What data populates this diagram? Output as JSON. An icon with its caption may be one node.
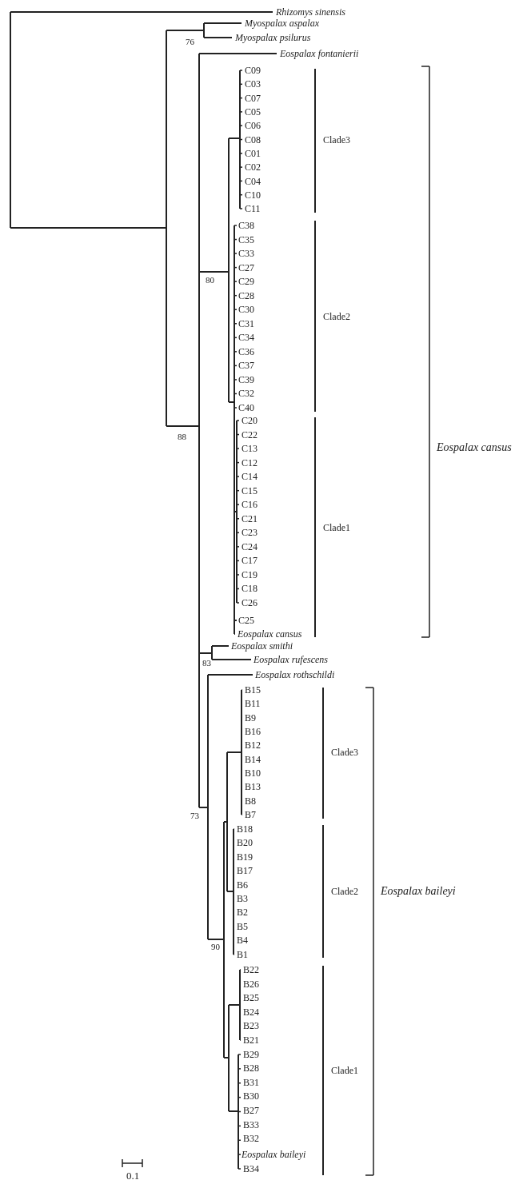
{
  "diagram": {
    "labels": [
      "Rhizomys sinensis",
      "Myospalax aspalax",
      "76",
      "Myospalax psilurus",
      "Eospalax fontanierii",
      "C09",
      "C03",
      "C07",
      "C05",
      "C06",
      "Clade3",
      "C08",
      "C01",
      "C02",
      "C04",
      "C10",
      "C11",
      "C38",
      "C35",
      "C33",
      "C27",
      "80",
      "C29",
      "C28",
      "C30",
      "Clade2",
      "C31",
      "C34",
      "C36",
      "C37",
      "C39",
      "C32",
      "C40",
      "C20",
      "C22",
      "88",
      "Eospalax cansus",
      "C13",
      "C12",
      "C14",
      "C15",
      "C16",
      "C21",
      "Clade1",
      "C23",
      "C24",
      "C17",
      "C19",
      "C18",
      "C26",
      "C25",
      "Eospalax cansus",
      "Eospalax smithi",
      "83",
      "Eospalax rufescens",
      "Eospalax rothschildi",
      "B15",
      "B11",
      "B9",
      "B16",
      "B12",
      "Clade3",
      "B14",
      "B10",
      "B13",
      "73",
      "B8",
      "B7",
      "B18",
      "B20",
      "B19",
      "B17",
      "B6",
      "Clade2",
      "Eospalax baileyi",
      "B3",
      "B2",
      "B5",
      "90",
      "B4",
      "B1",
      "B22",
      "B26",
      "B25",
      "B24",
      "B23",
      "B21",
      "B29",
      "B28",
      "Clade1",
      "B31",
      "B30",
      "B27",
      "B33",
      "B32",
      "Eospalax baileyi",
      "B34",
      "0.1"
    ]
  }
}
